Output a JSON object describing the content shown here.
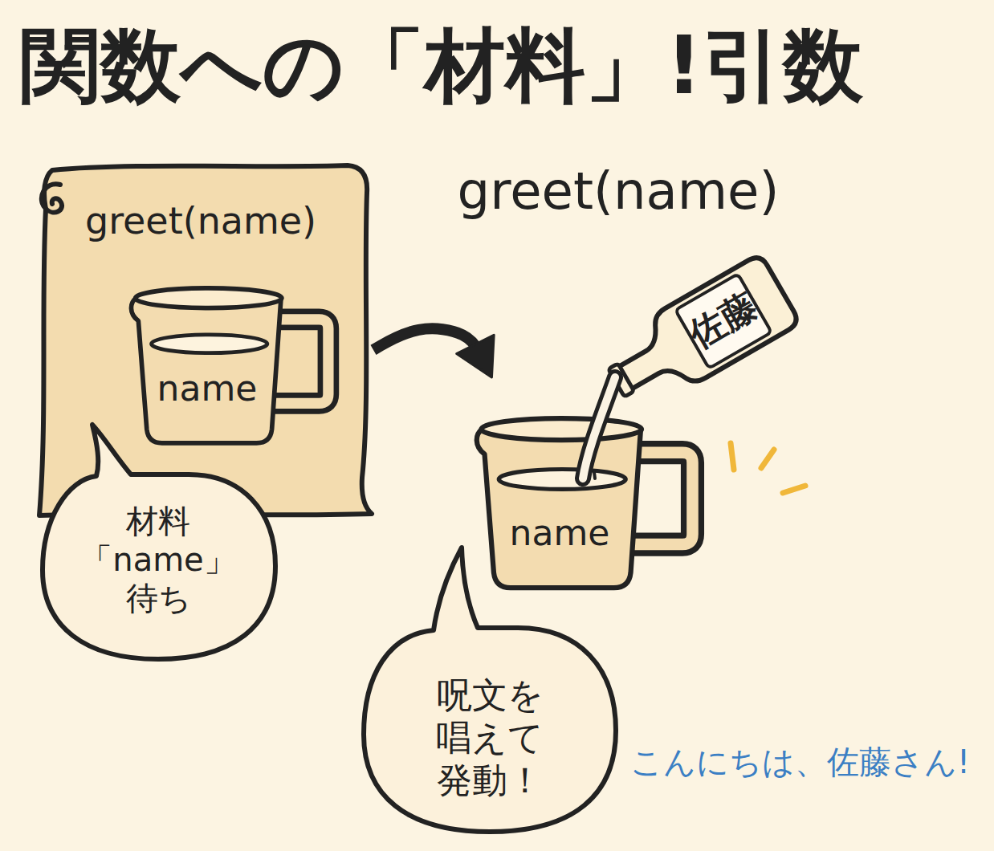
{
  "diagram": {
    "title": "関数への「材料」!引数",
    "nodes": [
      {
        "text": [
          "greet(name)"
        ]
      },
      {
        "text": [
          "name"
        ],
        "in": 0
      },
      {
        "text": [
          "材料 「name」 待ち"
        ]
      },
      {
        "text": [
          "佐藤"
        ]
      },
      {
        "text": [
          "name"
        ]
      },
      {
        "text": [
          "呪文を 唱えて 発動！"
        ]
      }
    ],
    "edges": [
      {
        "from": 0,
        "to": 4,
        "arrow": "to"
      }
    ],
    "labels": [
      "greet(name)",
      "こんにちは、佐藤さん!"
    ]
  }
}
